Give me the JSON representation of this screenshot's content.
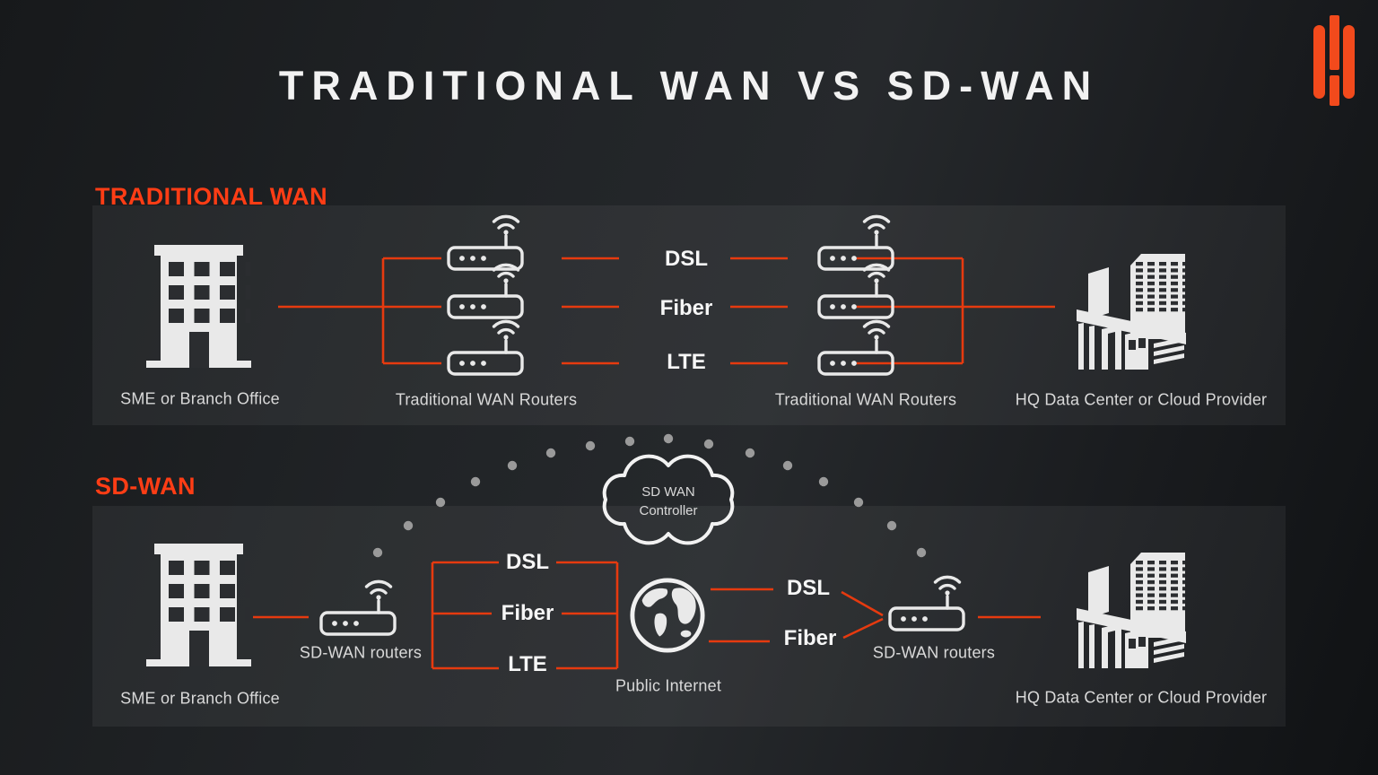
{
  "title": "TRADITIONAL WAN VS SD-WAN",
  "brand": {
    "logo_icon": "h-bars-logo"
  },
  "colors": {
    "accent": "#e63a0f",
    "heading_red": "#ff3d15",
    "logo_orange": "#f24a1c",
    "panel": "#2b2d30",
    "text_light": "#d9d9d9",
    "icon_white": "#e9e9e9",
    "dot_gray": "#9a9a9a"
  },
  "traditional": {
    "heading": "TRADITIONAL WAN",
    "sme_label": "SME or Branch Office",
    "left_routers_label": "Traditional WAN Routers",
    "links": [
      "DSL",
      "Fiber",
      "LTE"
    ],
    "right_routers_label": "Traditional WAN Routers",
    "hq_label": "HQ Data Center or Cloud Provider"
  },
  "sdwan": {
    "heading": "SD-WAN",
    "sme_label": "SME or Branch Office",
    "router_left_label": "SD-WAN routers",
    "links_left": [
      "DSL",
      "Fiber",
      "LTE"
    ],
    "controller_line1": "SD WAN",
    "controller_line2": "Controller",
    "internet_label": "Public Internet",
    "links_right": [
      "DSL",
      "Fiber"
    ],
    "router_right_label": "SD-WAN routers",
    "hq_label": "HQ Data Center or Cloud Provider"
  }
}
